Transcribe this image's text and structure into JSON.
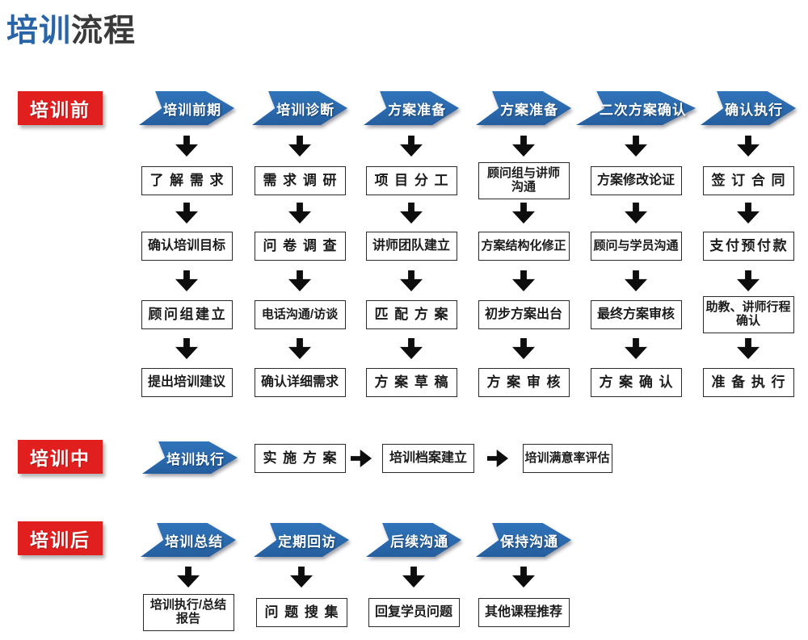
{
  "title": {
    "part1": "培训",
    "part2": "流程"
  },
  "colors": {
    "chevron_blue": "#2a69ad",
    "label_red": "#e11f1f",
    "title_blue": "#2a64a8",
    "title_dark": "#3a3a3a",
    "arrow_black": "#0d0d0d",
    "box_border": "#2a2a2a"
  },
  "sections": [
    {
      "label": "培训前",
      "columns": [
        {
          "header": "培训前期",
          "steps": [
            "了解需求",
            "确认培训目标",
            "顾问组建立",
            "提出培训建议"
          ]
        },
        {
          "header": "培训诊断",
          "steps": [
            "需求调研",
            "问卷调查",
            "电话沟通/访谈",
            "确认详细需求"
          ]
        },
        {
          "header": "方案准备",
          "steps": [
            "项目分工",
            "讲师团队建立",
            "匹配方案",
            "方案草稿"
          ]
        },
        {
          "header": "方案准备",
          "steps": [
            "顾问组与讲师\n沟通",
            "方案结构化修正",
            "初步方案出台",
            "方案审核"
          ]
        },
        {
          "header": "二次方案确认",
          "steps": [
            "方案修改论证",
            "顾问与学员沟通",
            "最终方案审核",
            "方案确认"
          ]
        },
        {
          "header": "确认执行",
          "steps": [
            "签订合同",
            "支付预付款",
            "助教、讲师行程\n确认",
            "准备执行"
          ]
        }
      ]
    },
    {
      "label": "培训中",
      "flow": {
        "header": "培训执行",
        "steps": [
          "实施方案",
          "培训档案建立",
          "培训满意率评估"
        ]
      }
    },
    {
      "label": "培训后",
      "columns": [
        {
          "header": "培训总结",
          "steps": [
            "培训执行/总结\n报告"
          ]
        },
        {
          "header": "定期回访",
          "steps": [
            "问题搜集"
          ]
        },
        {
          "header": "后续沟通",
          "steps": [
            "回复学员问题"
          ]
        },
        {
          "header": "保持沟通",
          "steps": [
            "其他课程推荐"
          ]
        }
      ]
    }
  ]
}
